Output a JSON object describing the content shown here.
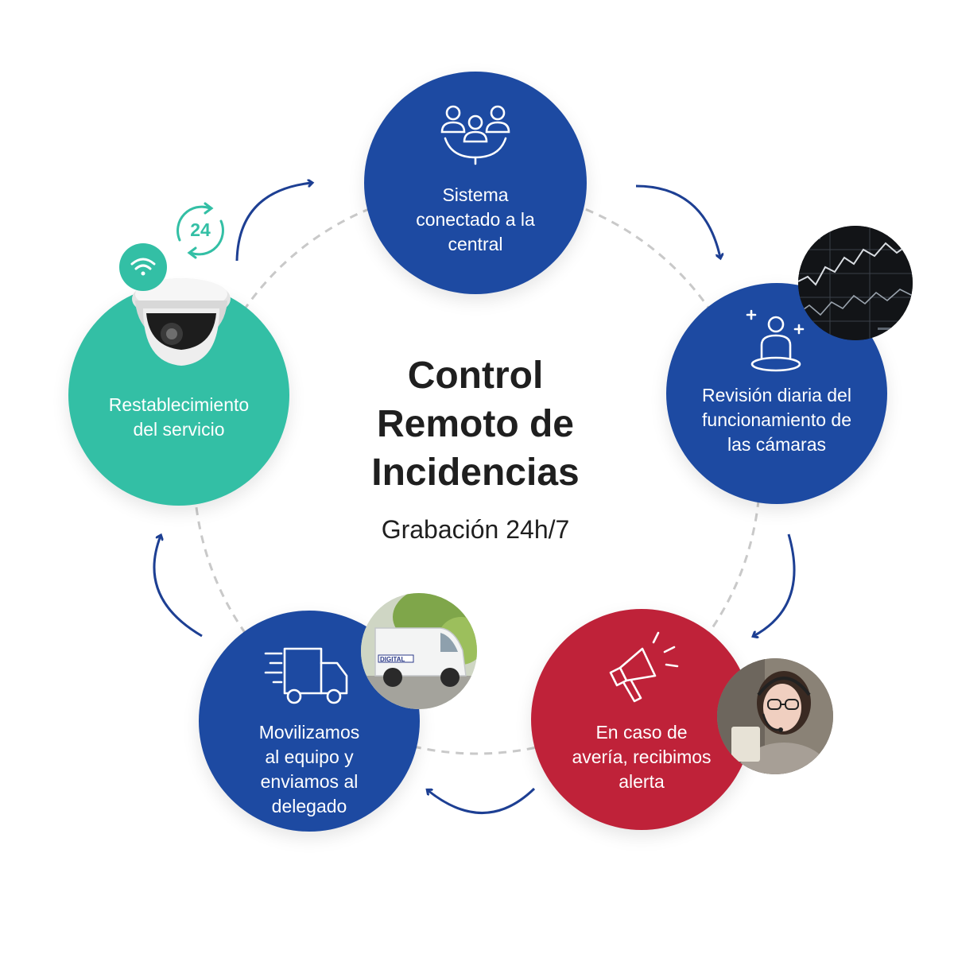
{
  "center": {
    "title_lines": [
      "Control",
      "Remoto de",
      "Incidencias"
    ],
    "subtitle": "Grabación 24h/7"
  },
  "steps": [
    {
      "lines": [
        "Sistema",
        "conectado a la",
        "central"
      ],
      "icon": "users-network-icon"
    },
    {
      "lines": [
        "Revisión diaria del",
        "funcionamiento de",
        "las cámaras"
      ],
      "icon": "person-review-icon"
    },
    {
      "lines": [
        "En caso de",
        "avería, recibimos",
        "alerta"
      ],
      "icon": "megaphone-icon"
    },
    {
      "lines": [
        "Movilizamos",
        "al equipo y",
        "enviamos al",
        "delegado"
      ],
      "icon": "delivery-truck-icon"
    },
    {
      "lines": [
        "Restablecimiento",
        "del servicio"
      ],
      "icon": "dome-camera-icon"
    }
  ],
  "badge": {
    "hours": "24"
  },
  "van_text": "DIGITAL",
  "colors": {
    "blue": "#1d4aa2",
    "red": "#bf2239",
    "teal": "#33bfa5",
    "arrow": "#1d3f93",
    "dashed": "#c9c9c9"
  }
}
